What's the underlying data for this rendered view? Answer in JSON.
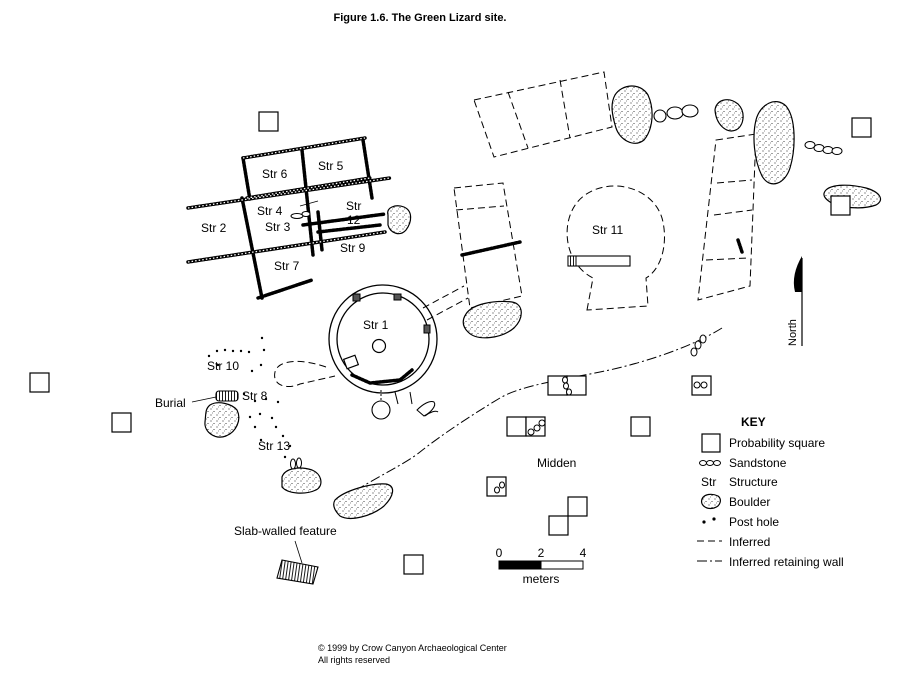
{
  "title": "Figure 1.6.  The Green Lizard site.",
  "structures": {
    "str1": "Str 1",
    "str2": "Str 2",
    "str3": "Str 3",
    "str4": "Str 4",
    "str5": "Str 5",
    "str6": "Str 6",
    "str7": "Str 7",
    "str8": "Str 8",
    "str9": "Str 9",
    "str10": "Str 10",
    "str11": "Str 11",
    "str12a": "Str",
    "str12b": "12",
    "str13": "Str 13"
  },
  "features": {
    "burial": "Burial",
    "midden": "Midden",
    "slab": "Slab-walled feature"
  },
  "north": "North",
  "scale": {
    "ticks": [
      "0",
      "2",
      "4"
    ],
    "unit": "meters"
  },
  "key": {
    "heading": "KEY",
    "items": [
      {
        "symbol": "probability-square",
        "label": "Probability square"
      },
      {
        "symbol": "sandstone",
        "label": "Sandstone"
      },
      {
        "symbol": "Str",
        "label": "Structure"
      },
      {
        "symbol": "boulder",
        "label": "Boulder"
      },
      {
        "symbol": "post-hole",
        "label": "Post hole"
      },
      {
        "symbol": "inferred-line",
        "label": "Inferred"
      },
      {
        "symbol": "retaining-wall-line",
        "label": "Inferred retaining wall"
      }
    ]
  },
  "copyright": {
    "line1": "© 1999 by Crow Canyon Archaeological Center",
    "line2": "All rights reserved"
  }
}
